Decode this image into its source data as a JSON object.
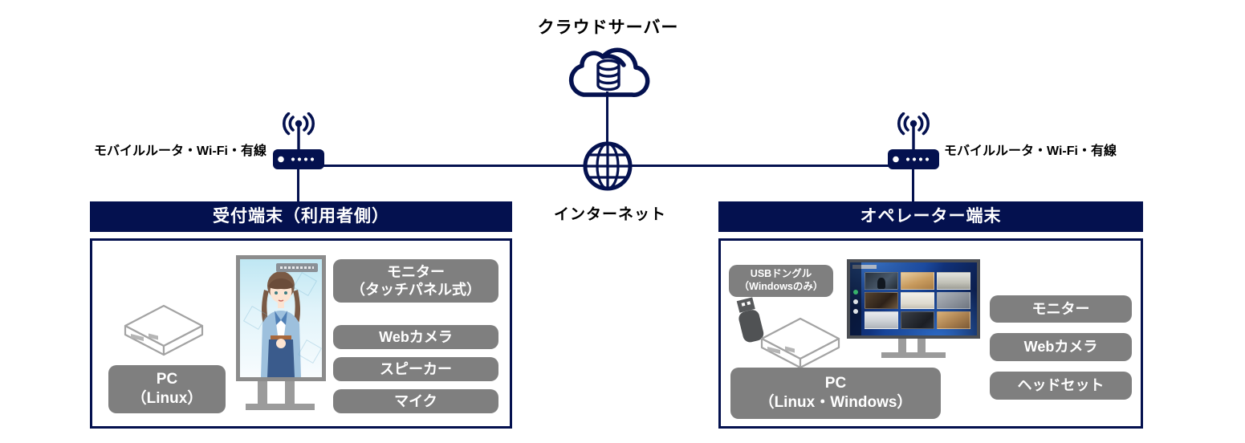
{
  "colors": {
    "navy": "#04114f",
    "gray": "#7f7f7f"
  },
  "cloud": {
    "label": "クラウドサーバー"
  },
  "internet": {
    "label": "インターネット"
  },
  "left_connection": {
    "label": "モバイルルータ・Wi-Fi・有線"
  },
  "right_connection": {
    "label": "モバイルルータ・Wi-Fi・有線"
  },
  "reception": {
    "title": "受付端末（利用者側）",
    "pc": {
      "line1": "PC",
      "line2": "（Linux）"
    },
    "monitor_label": {
      "line1": "モニター",
      "line2": "（タッチパネル式）"
    },
    "webcam_label": "Webカメラ",
    "speaker_label": "スピーカー",
    "mic_label": "マイク"
  },
  "operator": {
    "title": "オペレーター端末",
    "usb_dongle": {
      "line1": "USBドングル",
      "line2": "（Windowsのみ）"
    },
    "pc": {
      "line1": "PC",
      "line2": "（Linux・Windows）"
    },
    "monitor_label": "モニター",
    "webcam_label": "Webカメラ",
    "headset_label": "ヘッドセット"
  }
}
